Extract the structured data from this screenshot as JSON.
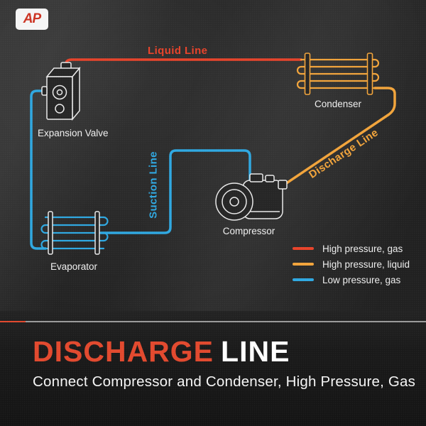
{
  "brand": {
    "logo_text": "AP"
  },
  "diagram": {
    "components": {
      "expansion_valve": {
        "label": "Expansion Valve"
      },
      "condenser": {
        "label": "Condenser"
      },
      "compressor": {
        "label": "Compressor"
      },
      "evaporator": {
        "label": "Evaporator"
      }
    },
    "lines": {
      "liquid": {
        "label": "Liquid Line",
        "color": "#e8432a"
      },
      "discharge": {
        "label": "Discharge Line",
        "color": "#f2a43b"
      },
      "suction": {
        "label": "Suction Line",
        "color": "#2fa8e1"
      },
      "low_pressure_return": {
        "color": "#2fa8e1"
      }
    },
    "component_color": "#e9e9e9"
  },
  "legend": {
    "items": [
      {
        "label": "High pressure, gas",
        "color": "#e8432a"
      },
      {
        "label": "High pressure, liquid",
        "color": "#f2a43b"
      },
      {
        "label": "Low pressure, gas",
        "color": "#2fa8e1"
      }
    ]
  },
  "footer": {
    "title_primary": "DISCHARGE",
    "title_secondary": "LINE",
    "subtitle": "Connect Compressor and Condenser, High Pressure, Gas",
    "accent_color": "#e2492e"
  }
}
